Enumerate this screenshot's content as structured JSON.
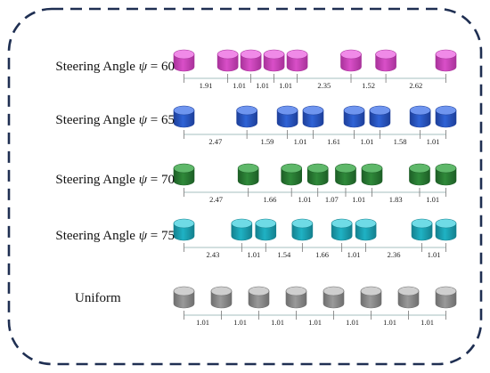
{
  "rows": [
    {
      "label_prefix": "Steering Angle",
      "symbol": "ψ",
      "relation": "= 60",
      "colors": {
        "body": "#d94fc8",
        "top": "#f08ae8",
        "side": "#a8329a"
      },
      "spacings": [
        "1.91",
        "1.01",
        "1.01",
        "1.01",
        "2.35",
        "1.52",
        "2.62"
      ],
      "spacing_values": [
        1.91,
        1.01,
        1.01,
        1.01,
        2.35,
        1.52,
        2.62
      ]
    },
    {
      "label_prefix": "Steering Angle",
      "symbol": "ψ",
      "relation": "= 65",
      "colors": {
        "body": "#2f63d6",
        "top": "#6f95ef",
        "side": "#1d3f9a"
      },
      "spacings": [
        "2.47",
        "1.59",
        "1.01",
        "1.61",
        "1.01",
        "1.58",
        "1.01"
      ],
      "spacing_values": [
        2.47,
        1.59,
        1.01,
        1.61,
        1.01,
        1.58,
        1.01
      ]
    },
    {
      "label_prefix": "Steering Angle",
      "symbol": "ψ",
      "relation": "= 70",
      "colors": {
        "body": "#2f8a3a",
        "top": "#5fb86a",
        "side": "#1d5e26"
      },
      "spacings": [
        "2.47",
        "1.66",
        "1.01",
        "1.07",
        "1.01",
        "1.83",
        "1.01"
      ],
      "spacing_values": [
        2.47,
        1.66,
        1.01,
        1.07,
        1.01,
        1.83,
        1.01
      ]
    },
    {
      "label_prefix": "Steering Angle",
      "symbol": "ψ",
      "relation": "= 75",
      "colors": {
        "body": "#1fb2c4",
        "top": "#6fdbe6",
        "side": "#14808e"
      },
      "spacings": [
        "2.43",
        "1.01",
        "1.54",
        "1.66",
        "1.01",
        "2.36",
        "1.01"
      ],
      "spacing_values": [
        2.43,
        1.01,
        1.54,
        1.66,
        1.01,
        2.36,
        1.01
      ]
    }
  ],
  "uniform": {
    "label": "Uniform",
    "colors": {
      "body": "#9a9a9a",
      "top": "#cfcfcf",
      "side": "#6e6e6e"
    },
    "spacings": [
      "1.01",
      "1.01",
      "1.01",
      "1.01",
      "1.01",
      "1.01",
      "1.01"
    ],
    "spacing_values": [
      1.01,
      1.01,
      1.01,
      1.01,
      1.01,
      1.01,
      1.01
    ]
  },
  "frame": {
    "border_color": "#1f2f52"
  }
}
